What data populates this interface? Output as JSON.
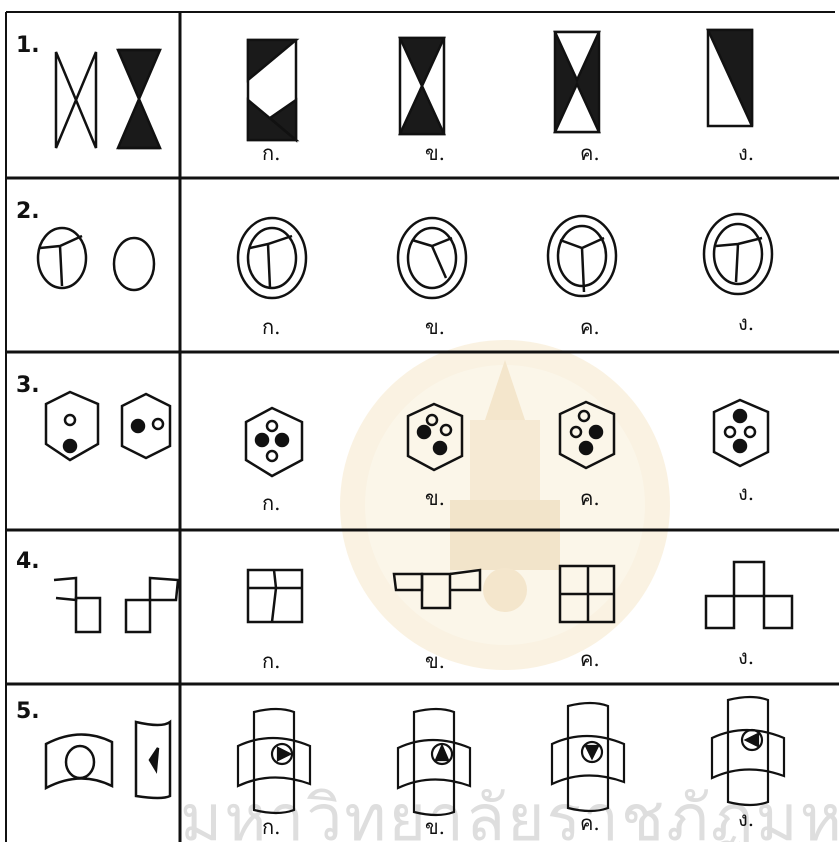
{
  "watermark_text": "มหาวิทยาลัยราชภัฏมหาส",
  "rows": [
    {
      "number": "1.",
      "labels": [
        "ก.",
        "ข.",
        "ค.",
        "ง."
      ]
    },
    {
      "number": "2.",
      "labels": [
        "ก.",
        "ข.",
        "ค.",
        "ง."
      ]
    },
    {
      "number": "3.",
      "labels": [
        "ก.",
        "ข.",
        "ค.",
        "ง."
      ]
    },
    {
      "number": "4.",
      "labels": [
        "ก.",
        "ข.",
        "ค.",
        "ง."
      ]
    },
    {
      "number": "5.",
      "labels": [
        "ก.",
        "ข.",
        "ค.",
        "ง."
      ]
    }
  ],
  "colors": {
    "ink": "#111111",
    "dark_fill": "#1a1a1a",
    "watermark": "#e9c98a"
  }
}
